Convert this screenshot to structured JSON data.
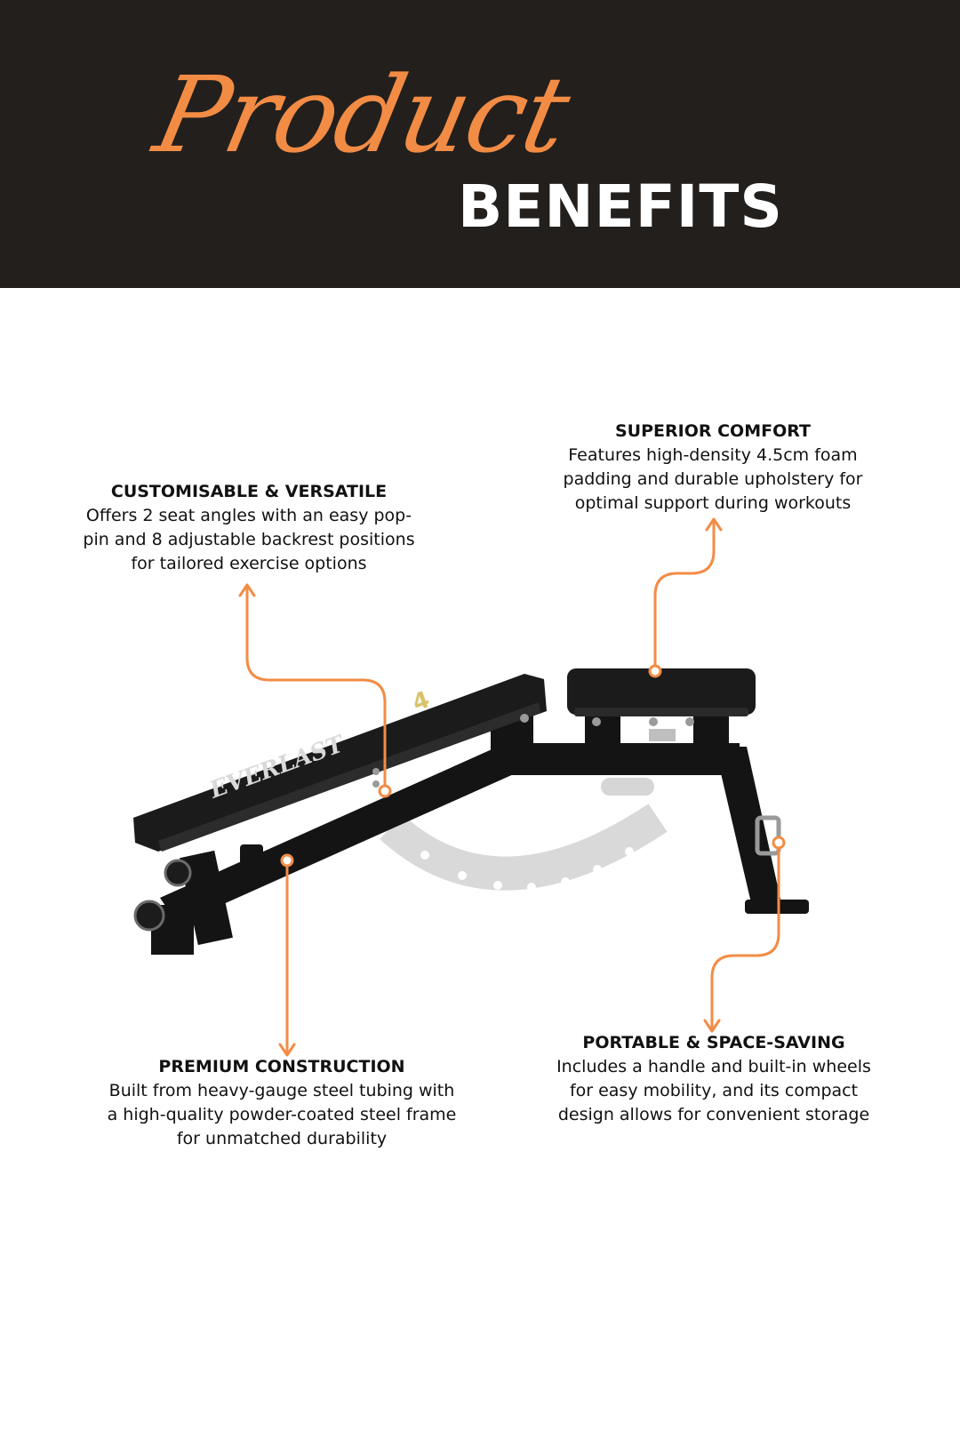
{
  "header": {
    "script_word": "Product",
    "bold_word": "BENEFITS"
  },
  "product": {
    "brand_mark": "EVERLAST"
  },
  "features": {
    "customisable": {
      "title": "CUSTOMISABLE & VERSATILE",
      "line1": "Offers 2 seat angles with an easy pop-",
      "line2": "pin and 8 adjustable backrest positions",
      "line3": "for tailored exercise options"
    },
    "comfort": {
      "title": "SUPERIOR COMFORT",
      "line1": "Features high-density 4.5cm foam",
      "line2": "padding and durable upholstery for",
      "line3": "optimal support during workouts"
    },
    "construction": {
      "title": "PREMIUM CONSTRUCTION",
      "line1": "Built from heavy-gauge steel tubing with",
      "line2": "a high-quality powder-coated steel frame",
      "line3": "for unmatched durability"
    },
    "portable": {
      "title": "PORTABLE & SPACE-SAVING",
      "line1": "Includes a handle and built-in wheels",
      "line2": "for easy mobility, and its compact",
      "line3": "design allows for convenient storage"
    }
  },
  "colors": {
    "header_bg": "#231f1c",
    "accent": "#f28c45",
    "text": "#111111"
  }
}
